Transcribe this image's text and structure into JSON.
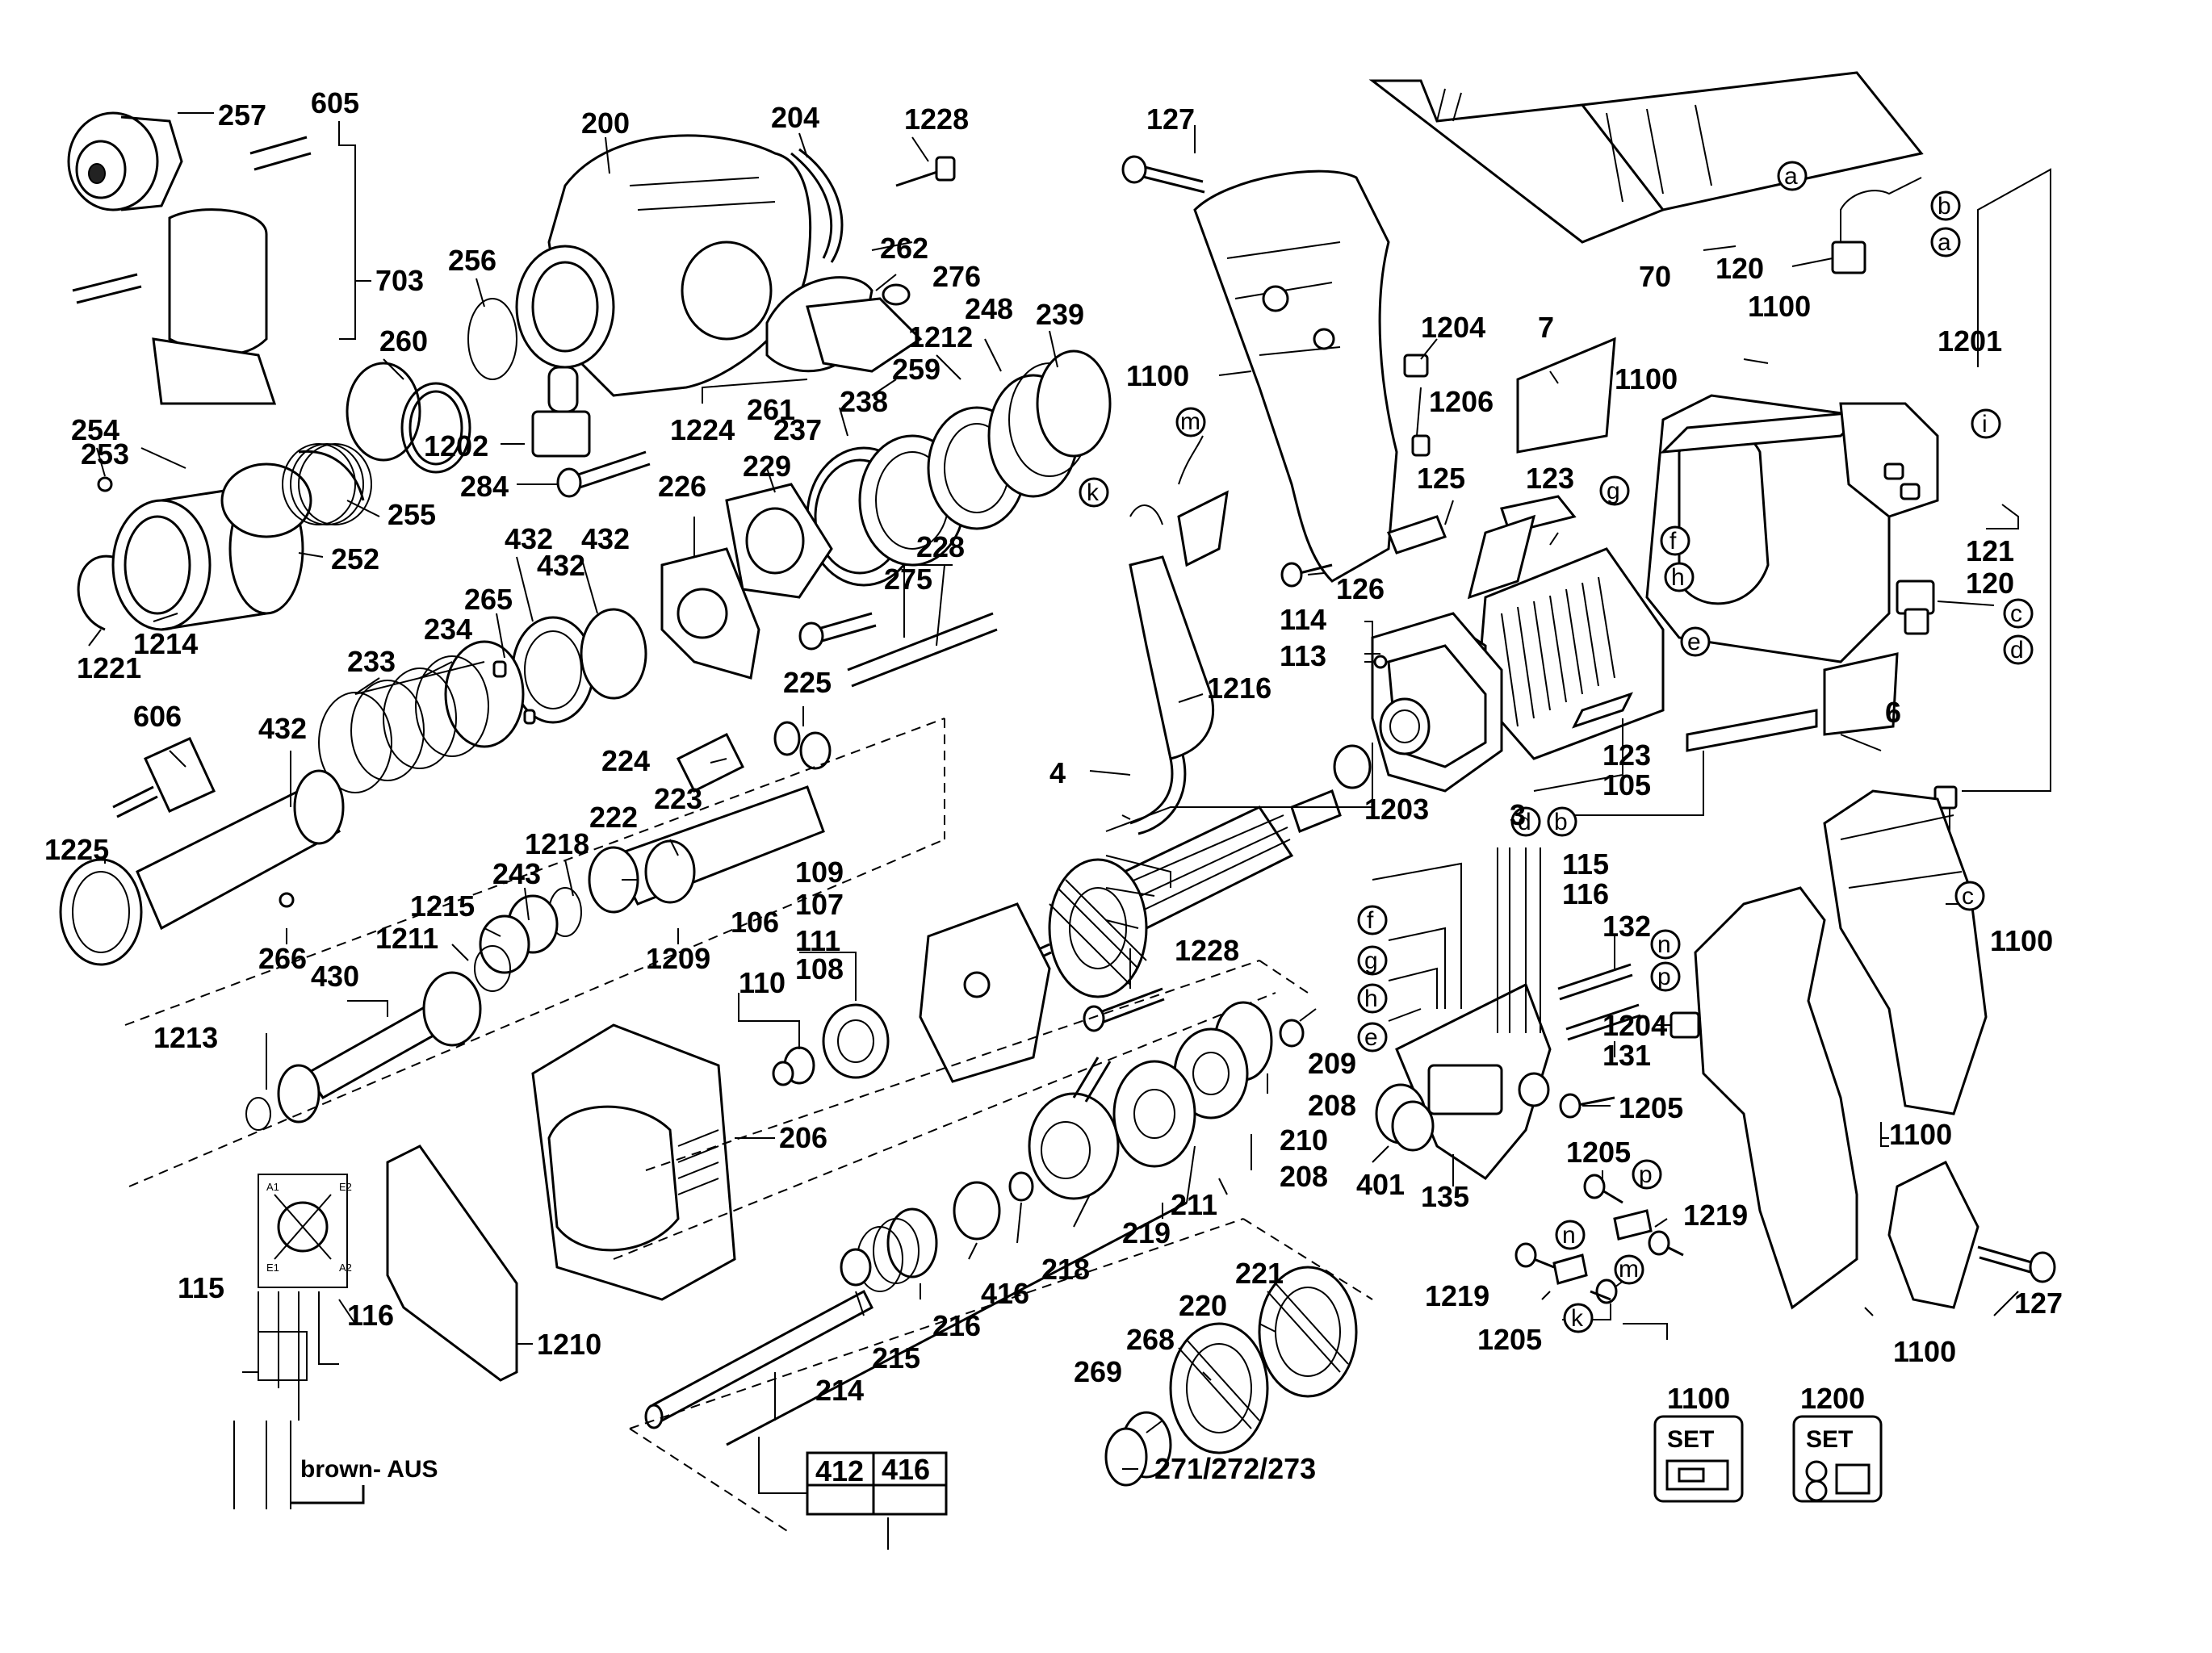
{
  "labels": {
    "l257": "257",
    "l605": "605",
    "l703": "703",
    "l200": "200",
    "l204": "204",
    "l1228a": "1228",
    "l262": "262",
    "l276": "276",
    "l256": "256",
    "l260": "260",
    "l1202": "1202",
    "l284": "284",
    "l254": "254",
    "l253": "253",
    "l255": "255",
    "l252": "252",
    "l1214": "1214",
    "l1221": "1221",
    "l1224": "1224",
    "l261": "261",
    "l237": "237",
    "l238": "238",
    "l259": "259",
    "l1212": "1212",
    "l248": "248",
    "l239": "239",
    "l229": "229",
    "l226": "226",
    "l275": "275",
    "l228": "228",
    "l432a": "432",
    "l432b": "432",
    "l432c": "432",
    "l265": "265",
    "l234": "234",
    "l233": "233",
    "l606": "606",
    "l432d": "432",
    "l1225": "1225",
    "l266": "266",
    "l225": "225",
    "l224": "224",
    "l223": "223",
    "l222": "222",
    "l1218": "1218",
    "l243": "243",
    "l1215": "1215",
    "l1211": "1211",
    "l1209": "1209",
    "l430": "430",
    "l1213": "1213",
    "l206": "206",
    "l1210": "1210",
    "l115a": "115",
    "l116a": "116",
    "l127a": "127",
    "l1100a": "1100",
    "l1204a": "1204",
    "l1206": "1206",
    "l125": "125",
    "l126": "126",
    "l1216": "1216",
    "l4": "4",
    "l70": "70",
    "l120a": "120",
    "l1100b": "1100",
    "l7": "7",
    "l1100c": "1100",
    "l123a": "123",
    "l114": "114",
    "l113": "113",
    "l1201": "1201",
    "l121": "121",
    "l120b": "120",
    "l123b": "123",
    "l105": "105",
    "l3": "3",
    "l6": "6",
    "l1203": "1203",
    "l109": "109",
    "l107": "107",
    "l106": "106",
    "l111": "111",
    "l108": "108",
    "l110": "110",
    "l1228b": "1228",
    "l209": "209",
    "l208a": "208",
    "l210": "210",
    "l208b": "208",
    "l211": "211",
    "l219": "219",
    "l218": "218",
    "l416a": "416",
    "l216": "216",
    "l215": "215",
    "l214": "214",
    "l221": "221",
    "l220": "220",
    "l268": "268",
    "l269": "269",
    "l271": "271/272/273",
    "l412": "412",
    "l416b": "416",
    "l115b": "115",
    "l116b": "116",
    "l132": "132",
    "l131": "131",
    "l1204b": "1204",
    "l1205a": "1205",
    "l1205b": "1205",
    "l1219a": "1219",
    "l1219b": "1219",
    "l1205c": "1205",
    "l401": "401",
    "l135": "135",
    "l1100d": "1100",
    "l1100e": "1100",
    "l1100f": "1100",
    "l127b": "127",
    "l1100set": "1100",
    "l1200set": "1200"
  },
  "connectors": {
    "a1": "a",
    "b1": "b",
    "a2": "a",
    "c1": "c",
    "d1": "d",
    "c2": "c",
    "i": "i",
    "g1": "g",
    "f1": "f",
    "h1": "h",
    "e1": "e",
    "k1": "k",
    "m1": "m",
    "d2": "d",
    "b2": "b",
    "f2": "f",
    "g2": "g",
    "h2": "h",
    "e2": "e",
    "n1": "n",
    "p1": "p",
    "p2": "p",
    "n2": "n",
    "m2": "m",
    "k2": "k"
  },
  "wiring": {
    "note": "brown- AUS",
    "a1": "A1",
    "e2": "E2",
    "e1": "E1",
    "a2": "A2"
  },
  "set_badges": {
    "set1": "SET",
    "set2": "SET"
  }
}
